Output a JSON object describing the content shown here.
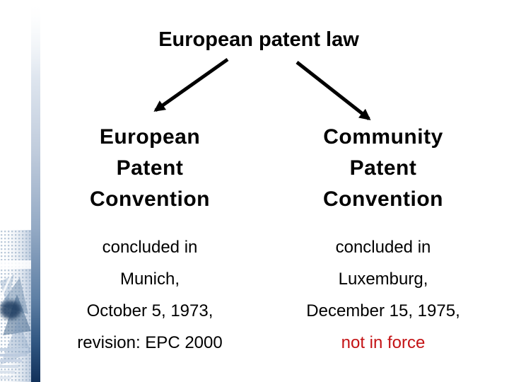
{
  "slide_title": "European patent law",
  "left_column": {
    "heading": "European\nPatent\nConvention",
    "line1": "concluded in",
    "line2": "Munich,",
    "line3": "October 5, 1973,",
    "line4": "revision: EPC 2000"
  },
  "right_column": {
    "heading": "Community\nPatent\nConvention",
    "line1": "concluded in",
    "line2": "Luxemburg,",
    "line3": "December 15, 1975,",
    "line4": "not in force"
  },
  "colors": {
    "text_black": "#000000",
    "not_in_force_red": "#c41315",
    "bar_navy_bottom": "#17365d",
    "bar_steel_mid": "#93a9c4",
    "pattern_blue": "#8fa6c2"
  }
}
